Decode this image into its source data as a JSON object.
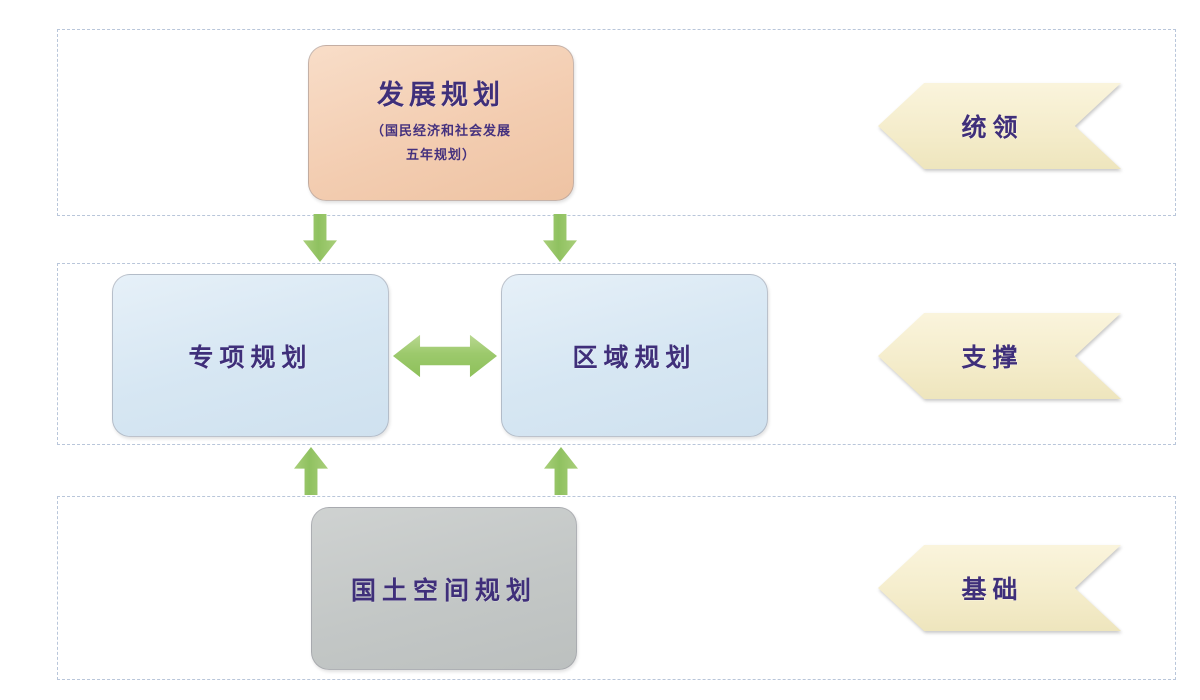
{
  "diagram": {
    "title_hidden": "",
    "colors": {
      "band_border": "#b9c6da",
      "dev_box": "#f3cdb1",
      "plan_box": "#d7e7f3",
      "land_box": "#c3c7c6",
      "chevron": "#f4ecca",
      "arrow_green": "#8fc160",
      "text_purple": "#3f2f7a"
    },
    "bands": [
      {
        "name": "top-band"
      },
      {
        "name": "middle-band"
      },
      {
        "name": "bottom-band"
      }
    ],
    "nodes": {
      "development_plan": {
        "title": "发展规划",
        "subtitle_line1": "（国民经济和社会发展",
        "subtitle_line2": "五年规划）"
      },
      "special_plan": {
        "title": "专项规划"
      },
      "regional_plan": {
        "title": "区域规划"
      },
      "land_space_plan": {
        "title": "国土空间规划"
      }
    },
    "chevrons": [
      {
        "label": "统领",
        "role": "top"
      },
      {
        "label": "支撑",
        "role": "middle"
      },
      {
        "label": "基础",
        "role": "bottom"
      }
    ],
    "arrows": [
      {
        "name": "development-to-special",
        "direction": "down"
      },
      {
        "name": "development-to-regional",
        "direction": "down"
      },
      {
        "name": "land-to-special",
        "direction": "up"
      },
      {
        "name": "land-to-regional",
        "direction": "up"
      },
      {
        "name": "special-regional-link",
        "direction": "bidirectional"
      }
    ]
  }
}
